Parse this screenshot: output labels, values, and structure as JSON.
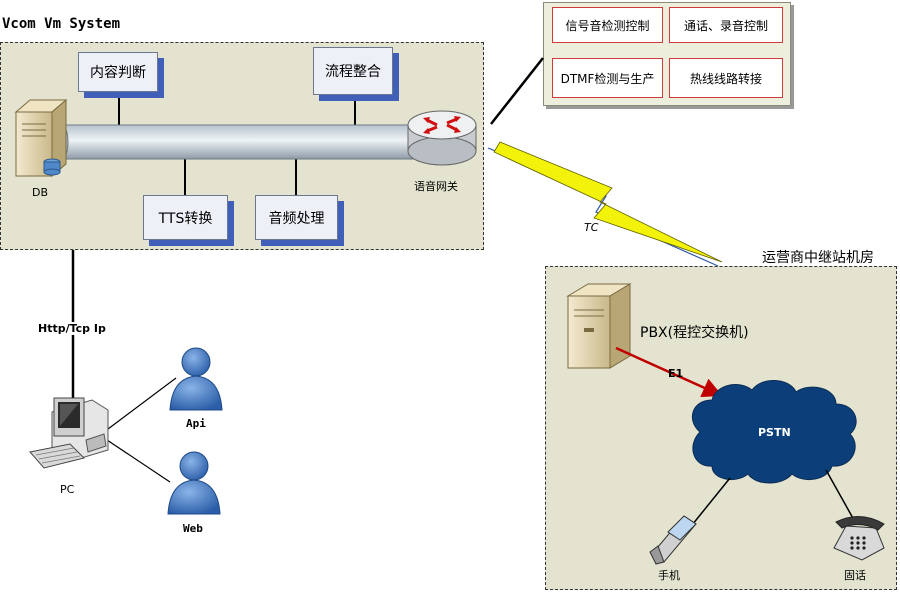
{
  "system": {
    "title": "Vcom Vm System",
    "modules": {
      "content_judge": "内容判断",
      "flow_integration": "流程整合",
      "tts": "TTS转换",
      "audio": "音频处理"
    },
    "db_label": "DB",
    "gateway_label": "语音网关"
  },
  "control_box": {
    "items": [
      "信号音检测控制",
      "通话、录音控制",
      "DTMF检测与生产",
      "热线线路转接"
    ]
  },
  "links": {
    "tc": "TC",
    "http": "Http/Tcp Ip",
    "e1": "E1"
  },
  "client": {
    "pc": "PC",
    "api": "Api",
    "web": "Web"
  },
  "carrier": {
    "title": "运营商中继站机房",
    "pbx": "PBX(程控交换机)",
    "pstn": "PSTN",
    "mobile": "手机",
    "landline": "固话"
  },
  "colors": {
    "panel_bg": "#e3e3cf",
    "module_shadow": "#3f5fb8",
    "control_border": "#d23a3a",
    "control_bg": "#eeeedd",
    "cloud": "#0c3f7a",
    "e1_arrow": "#c00000",
    "lightning": "#f2f20a"
  }
}
